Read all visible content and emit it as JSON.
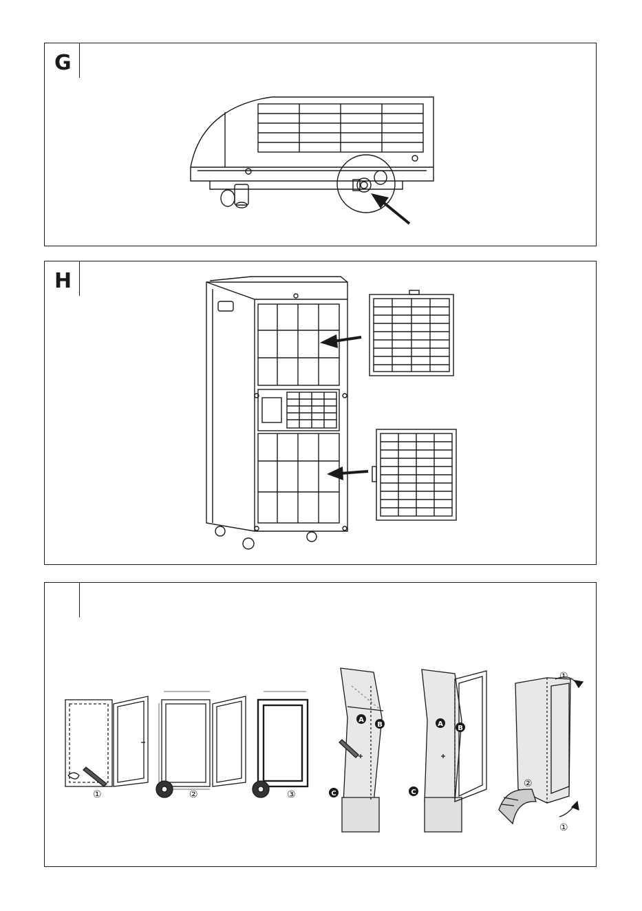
{
  "panels": [
    {
      "letter": "G"
    },
    {
      "letter": "H"
    },
    {
      "letter": ""
    }
  ],
  "steps": {
    "s1": "①",
    "s2": "②",
    "s3": "③",
    "A": "A",
    "B": "B",
    "C": "C"
  },
  "icons": [
    "arrow-icon",
    "water-drain-plug",
    "filter-panel",
    "sealing-tape-roll",
    "brush-icon",
    "pencil-icon",
    "exhaust-hose"
  ]
}
